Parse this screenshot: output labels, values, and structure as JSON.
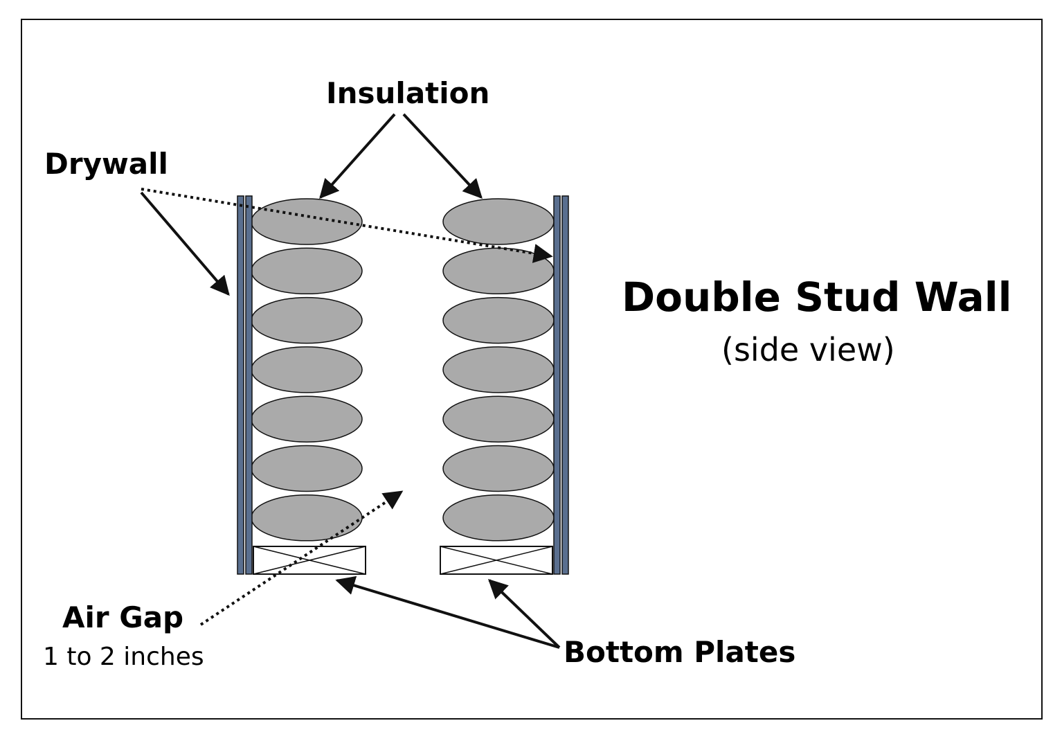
{
  "labels": {
    "insulation": "Insulation",
    "drywall": "Drywall",
    "title": "Double Stud Wall",
    "subtitle": "(side view)",
    "air_gap": "Air Gap",
    "air_gap_size": "1 to 2 inches",
    "bottom_plates": "Bottom Plates"
  },
  "colors": {
    "drywall": "#5a6f8f",
    "insulation": "#aaaaaa",
    "line": "#111111"
  },
  "insulation_batts_per_side": 7
}
